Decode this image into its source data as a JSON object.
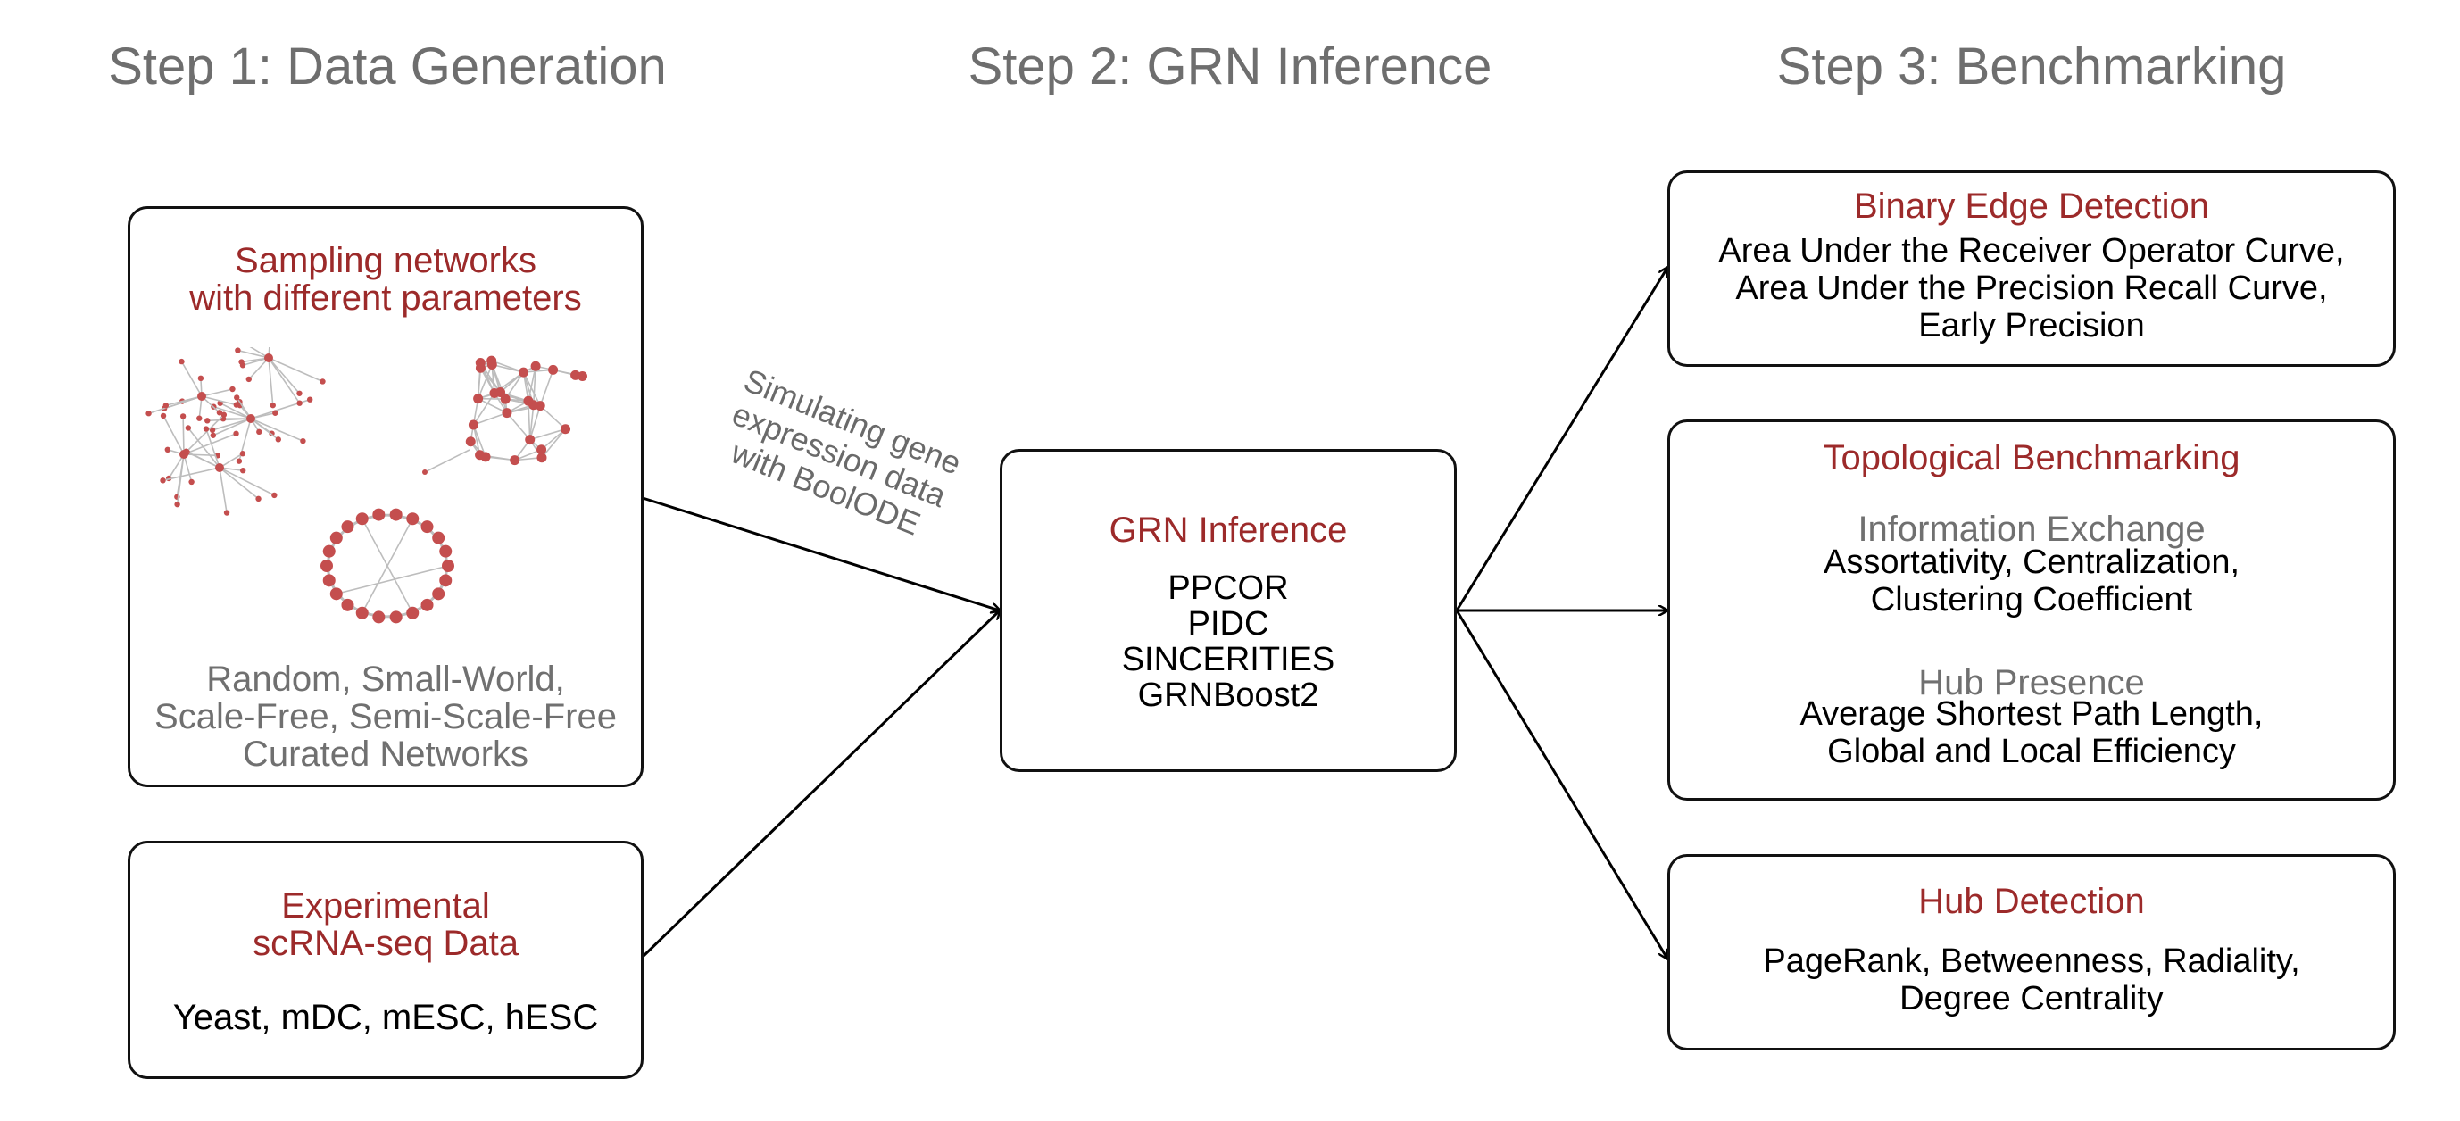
{
  "steps": {
    "step1": "Step 1: Data Generation",
    "step2": "Step 2: GRN Inference",
    "step3": "Step 3: Benchmarking"
  },
  "sampling": {
    "title_line1": "Sampling networks",
    "title_line2": "with different parameters",
    "types_line1": "Random, Small-World,",
    "types_line2": "Scale-Free, Semi-Scale-Free",
    "types_line3": "Curated Networks"
  },
  "experimental": {
    "title_line1": "Experimental",
    "title_line2": "scRNA-seq  Data",
    "datasets": "Yeast, mDC, mESC, hESC"
  },
  "simulation_label": {
    "line1": "Simulating gene",
    "line2": "expression data",
    "line3": "with BoolODE"
  },
  "inference": {
    "title": "GRN Inference",
    "methods": [
      "PPCOR",
      "PIDC",
      "SINCERITIES",
      "GRNBoost2"
    ]
  },
  "binary_edge": {
    "title": "Binary Edge Detection",
    "line1": "Area Under the Receiver Operator Curve,",
    "line2": "Area Under the Precision Recall Curve,",
    "line3": "Early Precision"
  },
  "topological": {
    "title": "Topological Benchmarking",
    "info_heading": "Information Exchange",
    "info_line1": "Assortativity, Centralization,",
    "info_line2": "Clustering Coefficient",
    "hub_heading": "Hub Presence",
    "hub_line1": "Average Shortest Path Length,",
    "hub_line2": "Global and Local Efficiency"
  },
  "hub_detection": {
    "title": "Hub Detection",
    "line1": "PageRank, Betweenness, Radiality,",
    "line2": "Degree Centrality"
  },
  "colors": {
    "title_red": "#9c2a2a",
    "node_red": "#c44e4e",
    "edge_gray": "#bdbdbd",
    "heading_gray": "#6e6e6e"
  }
}
